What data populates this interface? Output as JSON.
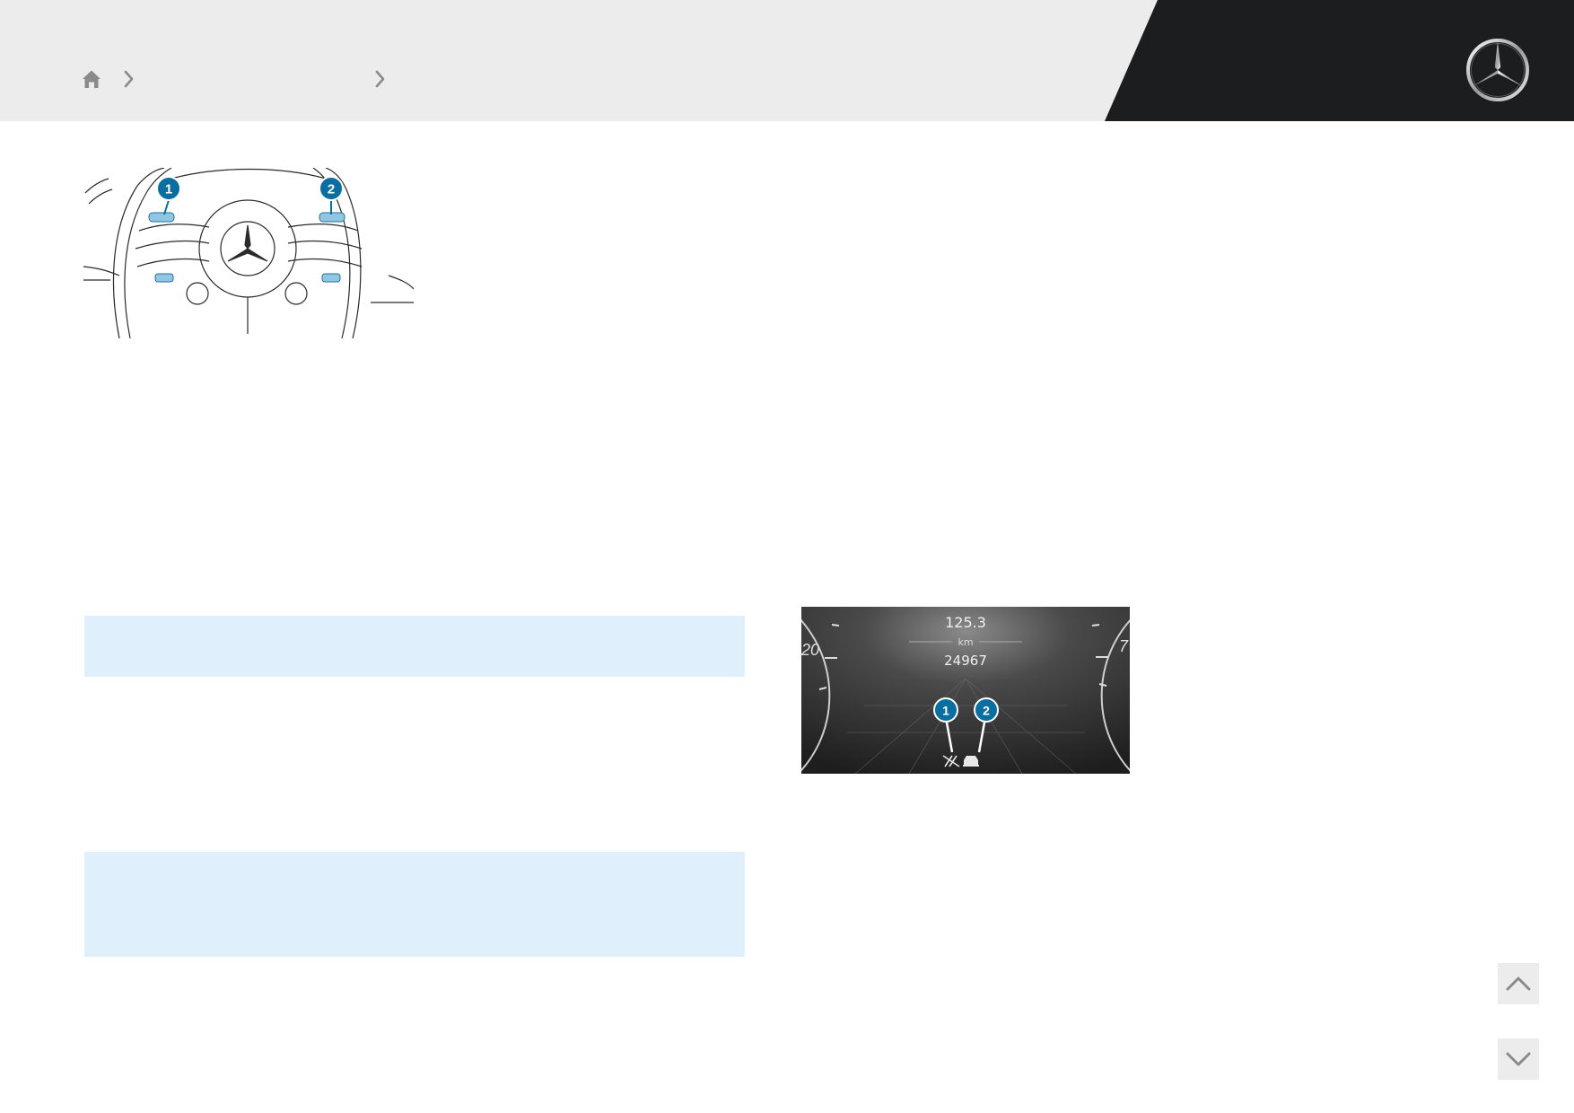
{
  "header": {
    "breadcrumb": [
      {
        "label": "",
        "icon": "home-icon"
      },
      {
        "label": ""
      }
    ],
    "logo": "mercedes-star-logo",
    "colors": {
      "bar": "#ececec",
      "dark_panel": "#1c1d1f"
    }
  },
  "figures": {
    "steering_wheel": {
      "icon": "steering-wheel-paddles-illustration",
      "callouts": [
        "1",
        "2"
      ]
    },
    "instrument_cluster": {
      "trip_value": "125.3",
      "unit": "km",
      "odometer": "24967",
      "left_gauge_label": "20",
      "right_gauge_label": "7",
      "callouts": [
        "1",
        "2"
      ],
      "icons": [
        "lane-assist-off-icon",
        "car-ahead-icon"
      ]
    }
  },
  "notes": [
    {
      "text": ""
    },
    {
      "text": ""
    }
  ],
  "navigation": {
    "up_icon": "chevron-up-icon",
    "down_icon": "chevron-down-icon"
  },
  "colors": {
    "accent": "#0a6fa0",
    "note_background": "#dff0fc",
    "text_gray": "#8a8a8a"
  }
}
